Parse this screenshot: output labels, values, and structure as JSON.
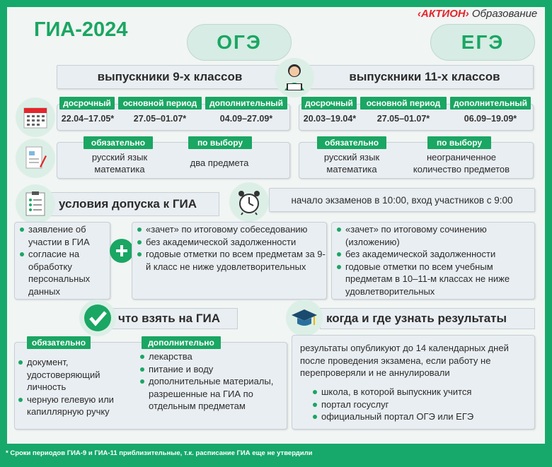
{
  "title": "ГИА-2024",
  "brand": {
    "name": "АКТИОН",
    "sub": "Образование"
  },
  "oge": {
    "label": "ОГЭ",
    "graduates": "выпускники 9-х классов",
    "periods": [
      {
        "label": "досрочный",
        "dates": "22.04–17.05*"
      },
      {
        "label": "основной период",
        "dates": "27.05–01.07*"
      },
      {
        "label": "дополнительный",
        "dates": "04.09–27.09*"
      }
    ],
    "required_label": "обязательно",
    "required": "русский язык\nматематика",
    "choice_label": "по выбору",
    "choice": "два предмета",
    "admission": [
      "«зачет» по итоговому собеседованию",
      "без академической задолженности",
      "годовые отметки по всем предметам за 9-й класс не ниже удовлетворительных"
    ]
  },
  "ege": {
    "label": "ЕГЭ",
    "graduates": "выпускники 11-х классов",
    "periods": [
      {
        "label": "досрочный",
        "dates": "20.03–19.04*"
      },
      {
        "label": "основной период",
        "dates": "27.05–01.07*"
      },
      {
        "label": "дополнительный",
        "dates": "06.09–19.09*"
      }
    ],
    "required_label": "обязательно",
    "required": "русский язык\nматематика",
    "choice_label": "по выбору",
    "choice": "неограниченное\nколичество предметов",
    "admission": [
      "«зачет» по итоговому сочинению (изложению)",
      "без академической задолженности",
      "годовые отметки по всем учебным предметам в 10–11-м классах не ниже удовлетворительных"
    ]
  },
  "admission_title": "условия допуска к ГИА",
  "admission_common": [
    "заявление об участии в ГИА",
    "согласие на обработку персональных данных"
  ],
  "start_time": "начало экзаменов в 10:00, вход участников с 9:00",
  "take": {
    "title": "что взять на ГИА",
    "required_label": "обязательно",
    "required": [
      "документ, удостоверяющий личность",
      "черную гелевую или капиллярную ручку"
    ],
    "optional_label": "дополнительно",
    "optional": [
      "лекарства",
      "питание и воду",
      "дополнительные материалы, разрешенные на ГИА по отдельным предметам"
    ]
  },
  "results": {
    "title": "когда и где узнать результаты",
    "text": "результаты опубликуют до 14 календарных дней после проведения экзамена, если работу не перепроверяли и не аннулировали",
    "where": [
      "школа, в которой выпускник учится",
      "портал госуслуг",
      "официальный портал ОГЭ или ЕГЭ"
    ]
  },
  "footnote": "* Сроки периодов ГИА-9 и ГИА-11 приблизительные, т.к. расписание ГИА еще не утвердили",
  "colors": {
    "accent": "#1aa663",
    "brand_red": "#e3262b",
    "box": "#e9eef2"
  }
}
